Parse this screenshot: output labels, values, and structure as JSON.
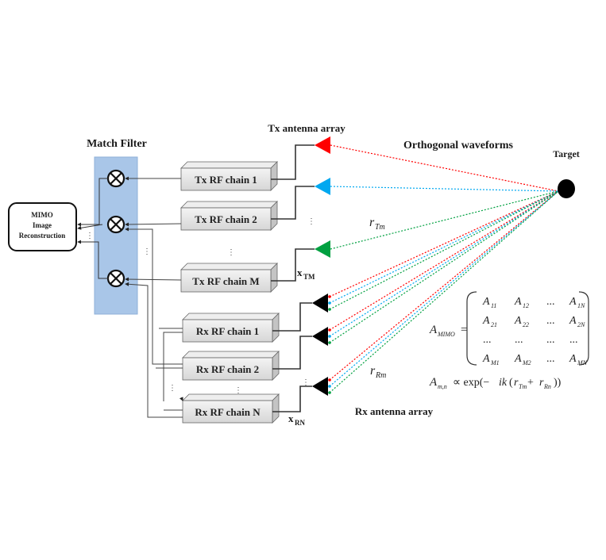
{
  "title": "MIMO imaging system block diagram",
  "labels": {
    "match_filter": "Match Filter",
    "mimo_block": [
      "MIMO",
      "Image",
      "Reconstruction"
    ],
    "tx_array": "Tx antenna array",
    "rx_array": "Rx antenna array",
    "orthogonal": "Orthogonal waveforms",
    "target": "Target",
    "x_tm": "x",
    "x_tm_sub": "TM",
    "x_rn": "x",
    "x_rn_sub": "RN",
    "r_tm": "r",
    "r_tm_sub": "Tm",
    "r_rm": "r",
    "r_rm_sub": "Rm",
    "ellipsis_v": "⋮",
    "ellipsis_h": "..."
  },
  "tx_chains": [
    "Tx RF chain 1",
    "Tx RF chain 2",
    "Tx RF chain M"
  ],
  "rx_chains": [
    "Rx RF chain 1",
    "Rx RF chain 2",
    "Rx RF chain N"
  ],
  "tx_antenna_colors": [
    "#ff0000",
    "#00a8f0",
    "#00a040"
  ],
  "rx_antenna_color": "#000000",
  "panel_color": "#a9c6e8",
  "equation": {
    "lhs": "A",
    "lhs_sub": "MIMO",
    "equals": "=",
    "matrix": [
      [
        [
          "A",
          "11"
        ],
        [
          "A",
          "12"
        ],
        [
          "...",
          ""
        ],
        [
          "A",
          "1N"
        ]
      ],
      [
        [
          "A",
          "21"
        ],
        [
          "A",
          "22"
        ],
        [
          "...",
          ""
        ],
        [
          "A",
          "2N"
        ]
      ],
      [
        [
          "...",
          ""
        ],
        [
          "...",
          ""
        ],
        [
          "...",
          ""
        ],
        [
          "...",
          ""
        ]
      ],
      [
        [
          "A",
          "M1"
        ],
        [
          "A",
          "M2"
        ],
        [
          "...",
          ""
        ],
        [
          "A",
          "MN"
        ]
      ]
    ],
    "relation": "A",
    "relation_sub": "m,n",
    "relation_rhs_1": "∝ exp(−",
    "relation_rhs_ik": "ik",
    "relation_rhs_2": "(",
    "relation_r1": "r",
    "relation_r1_sub": "Tm",
    "relation_plus": " + ",
    "relation_r2": "r",
    "relation_r2_sub": "Rn",
    "relation_close": "))"
  }
}
